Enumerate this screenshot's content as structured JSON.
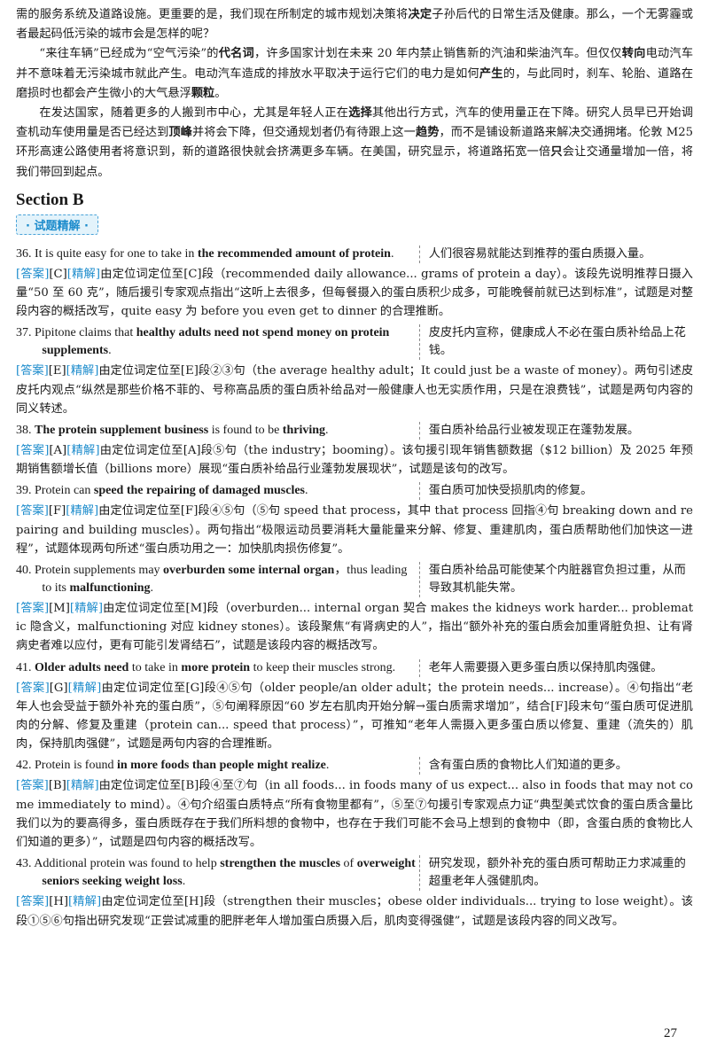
{
  "paragraphs": [
    {
      "segments": [
        "需的服务系统及道路设施。更重要的是，我们现在所制定的城市规划决策将",
        "决定",
        "子孙后代的日常生活及健康。那么，一个无雾霾或者最起码低污染的城市会是怎样的呢？"
      ]
    },
    {
      "segments": [
        "“来往车辆”已经成为“空气污染”的",
        "代名词",
        "，许多国家计划在未来 20 年内禁止销售新的汽油和柴油汽车。但仅仅",
        "转向",
        "电动汽车并不意味着无污染城市就此产生。电动汽车造成的排放水平取决于运行它们的电力是如何",
        "产生",
        "的，与此同时，刹车、轮胎、道路在磨损时也都会产生微小的大气悬浮",
        "颗粒",
        "。"
      ]
    },
    {
      "segments": [
        "在发达国家，随着更多的人搬到市中心，尤其是年轻人正在",
        "选择",
        "其他出行方式，汽车的使用量正在下降。研究人员早已开始调查机动车使用量是否已经达到",
        "顶峰",
        "并将会下降，但交通规划者仍有待跟上这一",
        "趋势",
        "，而不是铺设新道路来解决交通拥堵。伦敦 M25 环形高速公路使用者将意识到，新的道路很快就会挤满更多车辆。在美国，研究显示，将道路拓宽一倍",
        "只",
        "会让交通量增加一倍，将我们带回到起点。"
      ]
    }
  ],
  "section_title": "Section B",
  "tag_label": "· 试题精解 ·",
  "questions": [
    {
      "q": [
        "36. It is quite easy for one to take in ",
        "the recommended amount of protein",
        "."
      ],
      "t": "人们很容易就能达到推荐的蛋白质摄入量。",
      "a": [
        "[答案]",
        "[C]",
        "[精解]",
        "由定位词定位至[C]段（recommended daily allowance... grams of protein a day）。该段先说明推荐日摄入量“50 至 60 克”，随后援引专家观点指出“这听上去很多，但每餐摄入的蛋白质积少成多，可能晚餐前就已达到标准”，试题是对整段内容的概括改写，quite easy 为 before you even get to dinner 的合理推断。"
      ]
    },
    {
      "q": [
        "37. Pipitone claims that ",
        "healthy adults need not spend money on protein supplements",
        "."
      ],
      "t": "皮皮托内宣称，健康成人不必在蛋白质补给品上花钱。",
      "a": [
        "[答案]",
        "[E]",
        "[精解]",
        "由定位词定位至[E]段②③句（the average healthy adult；It could just be a waste of money）。两句引述皮皮托内观点“纵然是那些价格不菲的、号称高品质的蛋白质补给品对一般健康人也无实质作用，只是在浪费钱”，试题是两句内容的同义转述。"
      ]
    },
    {
      "q": [
        "38. ",
        "The protein supplement business",
        " is found to be ",
        "thriving",
        "."
      ],
      "t": "蛋白质补给品行业被发现正在蓬勃发展。",
      "a": [
        "[答案]",
        "[A]",
        "[精解]",
        "由定位词定位至[A]段⑤句（the industry；booming）。该句援引现年销售额数据（$12 billion）及 2025 年预期销售额增长值（billions more）展现“蛋白质补给品行业蓬勃发展现状”，试题是该句的改写。"
      ]
    },
    {
      "q": [
        "39. Protein can ",
        "speed the repairing of damaged muscles",
        "."
      ],
      "t": "蛋白质可加快受损肌肉的修复。",
      "a": [
        "[答案]",
        "[F]",
        "[精解]",
        "由定位词定位至[F]段④⑤句（⑤句 speed that process，其中 that process 回指④句 breaking down and repairing and building muscles）。两句指出“极限运动员要消耗大量能量来分解、修复、重建肌肉，蛋白质帮助他们加快这一进程”，试题体现两句所述“蛋白质功用之一：加快肌肉损伤修复”。"
      ]
    },
    {
      "q": [
        "40. Protein supplements may ",
        "overburden some internal organ",
        "，thus leading to its ",
        "malfunctioning",
        "."
      ],
      "t": "蛋白质补给品可能使某个内脏器官负担过重，从而导致其机能失常。",
      "a": [
        "[答案]",
        "[M]",
        "[精解]",
        "由定位词定位至[M]段（overburden... internal organ 契合 makes the kidneys work harder... problematic 隐含义，malfunctioning 对应 kidney stones）。该段聚焦“有肾病史的人”，指出“额外补充的蛋白质会加重肾脏负担、让有肾病史者难以应付，更有可能引发肾结石”，试题是该段内容的概括改写。"
      ]
    },
    {
      "q": [
        "41. ",
        "Older adults need",
        " to take in ",
        "more protein",
        " to keep their muscles strong."
      ],
      "t": "老年人需要摄入更多蛋白质以保持肌肉强健。",
      "a": [
        "[答案]",
        "[G]",
        "[精解]",
        "由定位词定位至[G]段④⑤句（older people/an older adult；the protein needs... increase）。④句指出“老年人也会受益于额外补充的蛋白质”，⑤句阐释原因“60 岁左右肌肉开始分解→蛋白质需求增加”，结合[F]段末句“蛋白质可促进肌肉的分解、修复及重建（protein can... speed that process）”，可推知“老年人需摄入更多蛋白质以修复、重建（流失的）肌肉，保持肌肉强健”，试题是两句内容的合理推断。"
      ]
    },
    {
      "q": [
        "42. Protein is found ",
        "in more foods than people might realize",
        "."
      ],
      "t": "含有蛋白质的食物比人们知道的更多。",
      "a": [
        "[答案]",
        "[B]",
        "[精解]",
        "由定位词定位至[B]段④至⑦句（in all foods... in foods many of us expect... also in foods that may not come immediately to mind）。④句介绍蛋白质特点“所有食物里都有”，⑤至⑦句援引专家观点力证“典型美式饮食的蛋白质含量比我们以为的要高得多，蛋白质既存在于我们所料想的食物中，也存在于我们可能不会马上想到的食物中（即，含蛋白质的食物比人们知道的更多）”，试题是四句内容的概括改写。"
      ]
    },
    {
      "q": [
        "43. Additional protein was found to help ",
        "strengthen the muscles",
        " of ",
        "overweight seniors seeking weight loss",
        "."
      ],
      "t": "研究发现，额外补充的蛋白质可帮助正力求减重的超重老年人强健肌肉。",
      "a": [
        "[答案]",
        "[H]",
        "[精解]",
        "由定位词定位至[H]段（strengthen their muscles；obese older individuals... trying to lose weight）。该段①⑤⑥句指出研究发现“正尝试减重的肥胖老年人增加蛋白质摄入后，肌肉变得强健”，试题是该段内容的同义改写。"
      ]
    }
  ],
  "page_number": "27"
}
